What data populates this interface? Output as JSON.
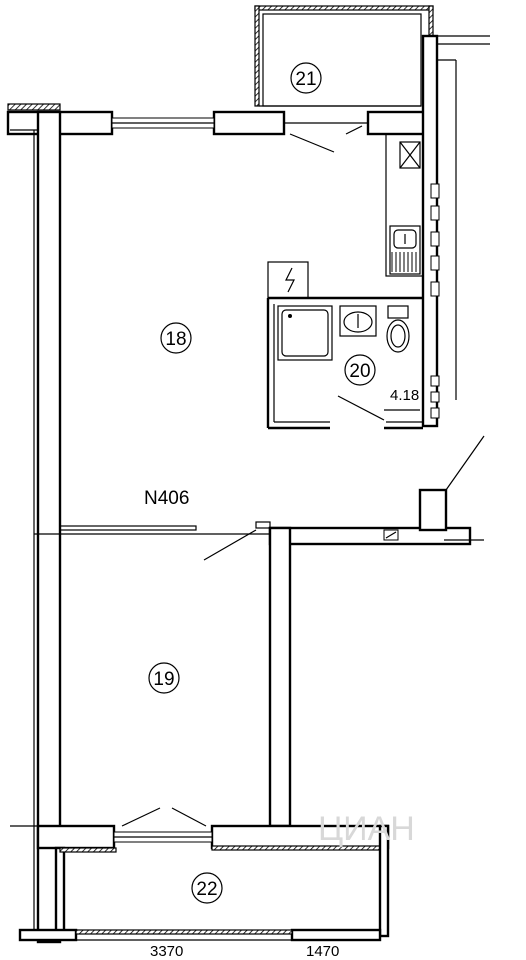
{
  "plan": {
    "apartment_number": "N406",
    "rooms": [
      {
        "id": "room-18",
        "number": "18"
      },
      {
        "id": "room-19",
        "number": "19"
      },
      {
        "id": "room-20",
        "number": "20"
      },
      {
        "id": "room-21",
        "number": "21"
      },
      {
        "id": "room-22",
        "number": "22"
      }
    ],
    "bathroom_area": "4.18",
    "dimensions": {
      "left": "3370",
      "right": "1470"
    },
    "watermark": "ЦИАН"
  }
}
